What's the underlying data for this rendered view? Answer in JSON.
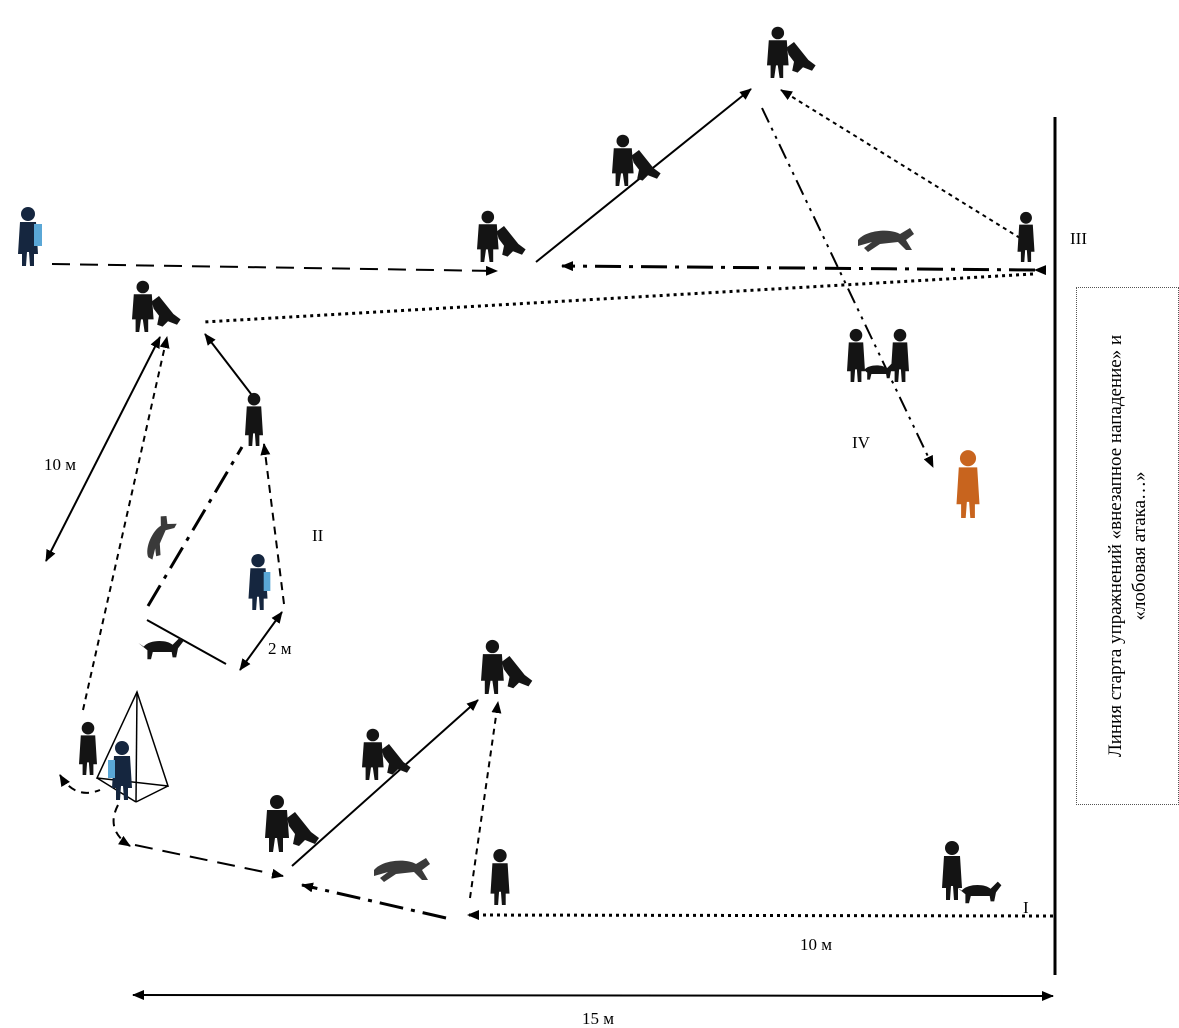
{
  "diagram": {
    "stations": {
      "s1": "I",
      "s2": "II",
      "s3": "III",
      "s4": "IV"
    },
    "distances": {
      "ten_left": "10 м",
      "ten_bottom": "10 м",
      "two": "2 м",
      "fifteen": "15 м"
    },
    "start_line_label": "Линия старта упражнений «внезапное нападение» и «лобовая атака…»",
    "colors": {
      "ink": "#000000",
      "figure": "#141414",
      "helper_navy": "#15263f",
      "sleeve_blue": "#5aa7d6",
      "orange_person": "#c8641e"
    },
    "icons": [
      "handler-icon",
      "dog-icon",
      "helper-icon",
      "cone-icon",
      "person-icon"
    ]
  }
}
